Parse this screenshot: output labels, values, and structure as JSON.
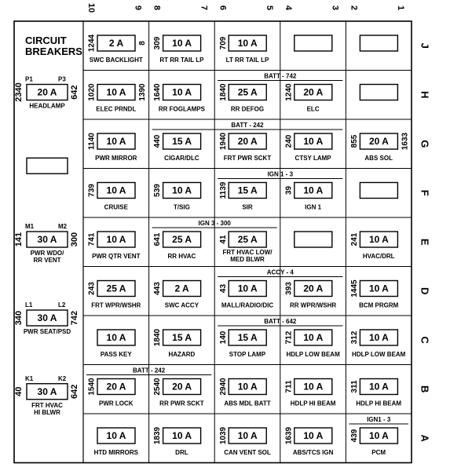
{
  "title": [
    "CIRCUIT",
    "BREAKERS"
  ],
  "columns": [
    "10",
    "9",
    "8",
    "7",
    "6",
    "5",
    "4",
    "3",
    "2",
    "1"
  ],
  "rows": [
    "J",
    "H",
    "G",
    "F",
    "E",
    "D",
    "C",
    "B",
    "A"
  ],
  "cells": [
    [
      {
        "amp": "2 A",
        "wl": "1244",
        "wr": "8",
        "label": "SWC BACKLIGHT"
      },
      {
        "amp": "10 A",
        "wl": "309",
        "label": "RT RR TAIL LP"
      },
      {
        "amp": "10 A",
        "wl": "709",
        "label": "LT RR TAIL LP"
      },
      {
        "amp": "",
        "label": ""
      },
      {
        "amp": "",
        "label": ""
      }
    ],
    [
      {
        "amp": "10 A",
        "wl": "1020",
        "wr": "1390",
        "label": "ELEC PRNDL"
      },
      {
        "amp": "10 A",
        "wl": "1640",
        "label": "RR FOGLAMPS"
      },
      {
        "amp": "25 A",
        "wl": "1840",
        "label": "RR DEFOG"
      },
      {
        "amp": "20 A",
        "wl": "1240",
        "label": "ELC"
      },
      {
        "amp": "",
        "label": ""
      }
    ],
    [
      {
        "amp": "10 A",
        "wl": "1140",
        "label": "PWR MIRROR"
      },
      {
        "amp": "15 A",
        "wl": "440",
        "label": "CIGAR/DLC"
      },
      {
        "amp": "20 A",
        "wl": "1940",
        "label": "FRT PWR SCKT"
      },
      {
        "amp": "10 A",
        "wl": "240",
        "label": "CTSY LAMP"
      },
      {
        "amp": "20 A",
        "wl": "855",
        "wr": "1633",
        "label": "ABS SOL"
      }
    ],
    [
      {
        "amp": "10 A",
        "wl": "739",
        "label": "CRUISE"
      },
      {
        "amp": "10 A",
        "wl": "539",
        "label": "T/SIG"
      },
      {
        "amp": "15 A",
        "wl": "1139",
        "label": "SIR"
      },
      {
        "amp": "10 A",
        "wl": "39",
        "label": "IGN 1"
      },
      {
        "amp": "",
        "label": ""
      }
    ],
    [
      {
        "amp": "10 A",
        "wl": "741",
        "label": "PWR QTR VENT"
      },
      {
        "amp": "25 A",
        "wl": "641",
        "label": "RR HVAC"
      },
      {
        "amp": "25 A",
        "wl": "41",
        "label": "FRT HVAC LOW/ MED BLWR"
      },
      {
        "amp": "",
        "label": ""
      },
      {
        "amp": "10 A",
        "wl": "241",
        "label": "HVAC/DRL"
      }
    ],
    [
      {
        "amp": "25 A",
        "wl": "243",
        "label": "FRT WPR/WSHR"
      },
      {
        "amp": "2 A",
        "wl": "443",
        "label": "SWC ACCY"
      },
      {
        "amp": "10 A",
        "wl": "43",
        "label": "MALL/RADIO/DIC"
      },
      {
        "amp": "20 A",
        "wl": "393",
        "label": "RR WPR/WSHR"
      },
      {
        "amp": "10 A",
        "wl": "1445",
        "label": "BCM PRGRM"
      }
    ],
    [
      {
        "amp": "10 A",
        "label": "PASS KEY"
      },
      {
        "amp": "15 A",
        "wl": "1840",
        "label": "HAZARD"
      },
      {
        "amp": "15 A",
        "wl": "140",
        "label": "STOP LAMP"
      },
      {
        "amp": "10 A",
        "wl": "712",
        "label": "HDLP LOW BEAM"
      },
      {
        "amp": "10 A",
        "wl": "312",
        "label": "HDLP LOW BEAM"
      }
    ],
    [
      {
        "amp": "20 A",
        "wl": "1540",
        "label": "PWR LOCK"
      },
      {
        "amp": "20 A",
        "wl": "2540",
        "label": "RR PWR SCKT"
      },
      {
        "amp": "10 A",
        "wl": "2940",
        "label": "ABS MDL BATT"
      },
      {
        "amp": "10 A",
        "wl": "711",
        "label": "HDLP HI BEAM"
      },
      {
        "amp": "10 A",
        "wl": "311",
        "label": "HDLP HI BEAM"
      }
    ],
    [
      {
        "amp": "10 A",
        "label": "HTD MIRRORS"
      },
      {
        "amp": "10 A",
        "wl": "1839",
        "label": "DRL"
      },
      {
        "amp": "10 A",
        "wl": "1039",
        "label": "CAN VENT SOL"
      },
      {
        "amp": "10 A",
        "wl": "1639",
        "label": "ABS/TCS IGN"
      },
      {
        "amp": "10 A",
        "wl": "439",
        "label": "PCM"
      }
    ]
  ],
  "buses": [
    {
      "text": "BATT - 742",
      "row": 1,
      "from": 2,
      "to": 3
    },
    {
      "text": "BATT - 242",
      "row": 2,
      "from": 1,
      "to": 3
    },
    {
      "text": "IGN 1 - 3",
      "row": 3,
      "from": 2,
      "to": 3
    },
    {
      "text": "IGN 3 - 300",
      "row": 4,
      "from": 1,
      "to": 2
    },
    {
      "text": "ACCY - 4",
      "row": 5,
      "from": 2,
      "to": 3
    },
    {
      "text": "BATT - 642",
      "row": 6,
      "from": 2,
      "to": 3
    },
    {
      "text": "BATT - 242",
      "row": 7,
      "from": 0,
      "to": 1
    },
    {
      "text": "IGN1 - 3",
      "row": 8,
      "from": 4,
      "to": 4
    }
  ],
  "breakers": [
    {
      "amp": "20 A",
      "wl": "2340",
      "wr": "642",
      "tl": "P1",
      "tr": "P3",
      "label": "HEADLAMP",
      "row": 1
    },
    {
      "amp": "",
      "row": 2.5
    },
    {
      "amp": "30 A",
      "wl": "141",
      "wr": "300",
      "tl": "M1",
      "tr": "M2",
      "label": "PWR WDO/ RR VENT",
      "row": 4
    },
    {
      "amp": "30 A",
      "wl": "340",
      "wr": "742",
      "tl": "L1",
      "tr": "L2",
      "label": "PWR SEAT/PSD",
      "row": 5.6
    },
    {
      "amp": "30 A",
      "wl": "40",
      "wr": "642",
      "tl": "K1",
      "tr": "K2",
      "label": "FRT HVAC HI BLWR",
      "row": 7.1
    }
  ]
}
